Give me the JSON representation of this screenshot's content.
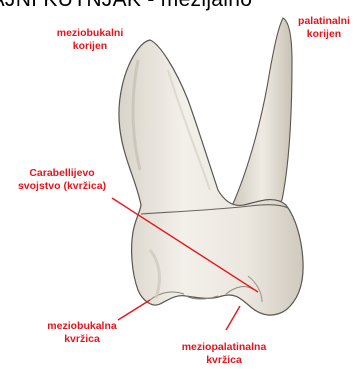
{
  "title": "TRAJNI KUTNJAK - mezijalno",
  "colors": {
    "label": "#e8141c",
    "tooth_fill": "#eae6de",
    "tooth_outline": "#5a5650"
  },
  "labels": {
    "mesiobuccal_root": [
      "meziobukalni",
      "korijen"
    ],
    "palatal_root": [
      "palatinalni",
      "korijen"
    ],
    "carabelli": [
      "Carabellijevo",
      "svojstvo (kvržica)"
    ],
    "mesiobuccal_cusp": [
      "meziobukalna",
      "kvržica"
    ],
    "mesiopalatal_cusp": [
      "meziopalatinalna",
      "kvržica"
    ]
  }
}
